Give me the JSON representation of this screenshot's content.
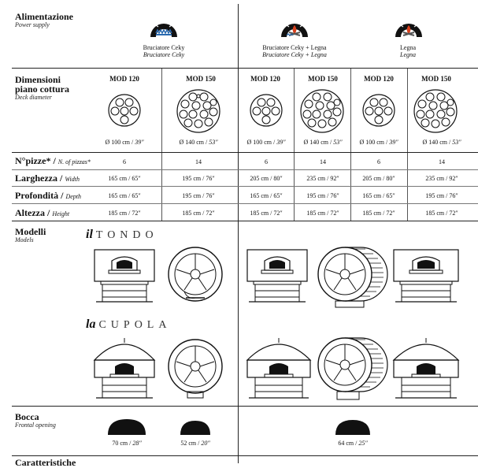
{
  "alimentazione": {
    "title": "Alimentazione",
    "subtitle": "Power supply"
  },
  "supply_types": [
    {
      "icon": "gas-burner-oven-icon",
      "line1": "Bruciatore Ceky",
      "line2": "Bruciatore Ceky"
    },
    {
      "icon": "gas-and-wood-oven-icon",
      "line1": "Bruciatore Ceky + Legna",
      "line2": "Bruciatore Ceky + Legna"
    },
    {
      "icon": "wood-fire-oven-icon",
      "line1": "Legna",
      "line2": "Legna"
    }
  ],
  "dimensioni": {
    "title1": "Dimensioni",
    "title2": "piano cottura",
    "subtitle": "Deck diameter"
  },
  "models": [
    "MOD 120",
    "MOD 150",
    "MOD 120",
    "MOD 150",
    "MOD 120",
    "MOD 150"
  ],
  "deck_sizes": [
    {
      "cm": "Ø 100 cm /",
      "inch": "39″"
    },
    {
      "cm": "Ø 140 cm /",
      "inch": "53″"
    },
    {
      "cm": "Ø 100 cm /",
      "inch": "39″"
    },
    {
      "cm": "Ø 140 cm /",
      "inch": "53″"
    },
    {
      "cm": "Ø 100 cm /",
      "inch": "39″"
    },
    {
      "cm": "Ø 140 cm /",
      "inch": "53″"
    }
  ],
  "rows": [
    {
      "label": "N°pizze*",
      "sub": "N. of pizzas*",
      "values": [
        "6",
        "14",
        "6",
        "14",
        "6",
        "14"
      ]
    },
    {
      "label": "Larghezza",
      "sub": "Width",
      "values": [
        "165 cm / 65″",
        "195 cm / 76″",
        "205 cm / 80″",
        "235 cm / 92″",
        "205 cm / 80″",
        "235 cm / 92″"
      ]
    },
    {
      "label": "Profondità",
      "sub": "Depth",
      "values": [
        "165 cm / 65″",
        "195 cm / 76″",
        "165 cm / 65″",
        "195 cm / 76″",
        "165 cm / 65″",
        "195 cm / 76″"
      ]
    },
    {
      "label": "Altezza",
      "sub": "Height",
      "values": [
        "185 cm / 72″",
        "185 cm / 72″",
        "185 cm / 72″",
        "185 cm / 72″",
        "185 cm / 72″",
        "185 cm / 72″"
      ]
    }
  ],
  "modelli": {
    "title": "Modelli",
    "subtitle": "Models"
  },
  "model_names": [
    {
      "prefix": "il",
      "name": "TONDO"
    },
    {
      "prefix": "la",
      "name": "CUPOLA"
    }
  ],
  "bocca": {
    "title": "Bocca",
    "subtitle": "Frontal opening",
    "sizes": [
      {
        "cm": "70 cm /",
        "inch": "28″"
      },
      {
        "cm": "52 cm /",
        "inch": "20″"
      },
      {
        "cm": "64 cm /",
        "inch": "25″"
      }
    ]
  },
  "footer_partial": "Caratteristiche"
}
